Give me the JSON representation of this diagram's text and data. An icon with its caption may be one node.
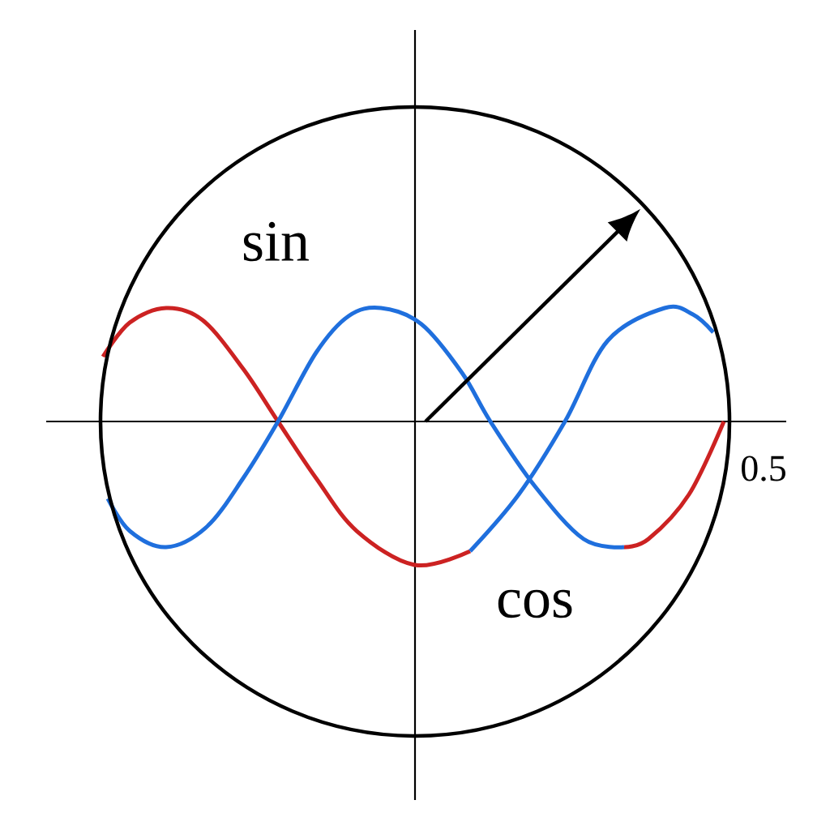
{
  "diagram": {
    "labels": [
      "sin",
      "cos",
      "0.5"
    ]
  }
}
